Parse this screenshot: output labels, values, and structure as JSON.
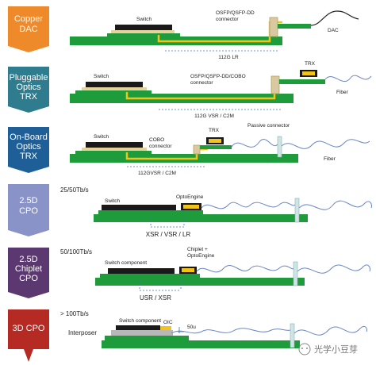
{
  "stages": [
    {
      "lines": [
        "Copper",
        "DAC"
      ],
      "color": "#ee8a2a"
    },
    {
      "lines": [
        "Pluggable",
        "Optics",
        "TRX"
      ],
      "color": "#2e7c8d"
    },
    {
      "lines": [
        "On-Board",
        "Optics",
        "TRX"
      ],
      "color": "#1f5f98"
    },
    {
      "lines": [
        "2.5D",
        "CPO"
      ],
      "color": "#8a93c8"
    },
    {
      "lines": [
        "2.5D",
        "Chiplet",
        "CPO"
      ],
      "color": "#5c3870"
    },
    {
      "lines": [
        "3D CPO"
      ],
      "color": "#b52a22"
    }
  ],
  "row1": {
    "switch": "Switch",
    "connector": "OSFP/QSFP-DD\nconnector",
    "dac": "DAC",
    "span": "112G LR"
  },
  "row2": {
    "switch": "Switch",
    "connector": "OSFP/QSFP-DD/COBO\nconnector",
    "trx": "TRX",
    "fiber": "Fiber",
    "span": "112G VSR / C2M"
  },
  "row3": {
    "switch": "Switch",
    "cobo": "COBO\nconnector",
    "trx": "TRX",
    "passive": "Passive connector",
    "fiber": "Fiber",
    "span": "112GVSR / C2M"
  },
  "row4": {
    "bandwidth": "25/50Tb/s",
    "switch": "Switch",
    "engine": "OptoEngine",
    "span": "XSR / VSR / LR"
  },
  "row5": {
    "bandwidth": "50/100Tb/s",
    "component": "Switch component",
    "engine": "Chiplet +\nOptoEngine",
    "span": "USR / XSR"
  },
  "row6": {
    "bandwidth": "> 100Tb/s",
    "component": "Switch component",
    "interposer": "Interposer",
    "oic": "OIC",
    "distance": "50u"
  },
  "watermark": "光学小豆芽",
  "colors": {
    "board": "#1e9b3a",
    "chip": "#1a1a1a",
    "trace": "#f2c418",
    "fiber": "#6a86c8",
    "arrow": "#3d74b8",
    "connector": "#d9c9a0"
  }
}
